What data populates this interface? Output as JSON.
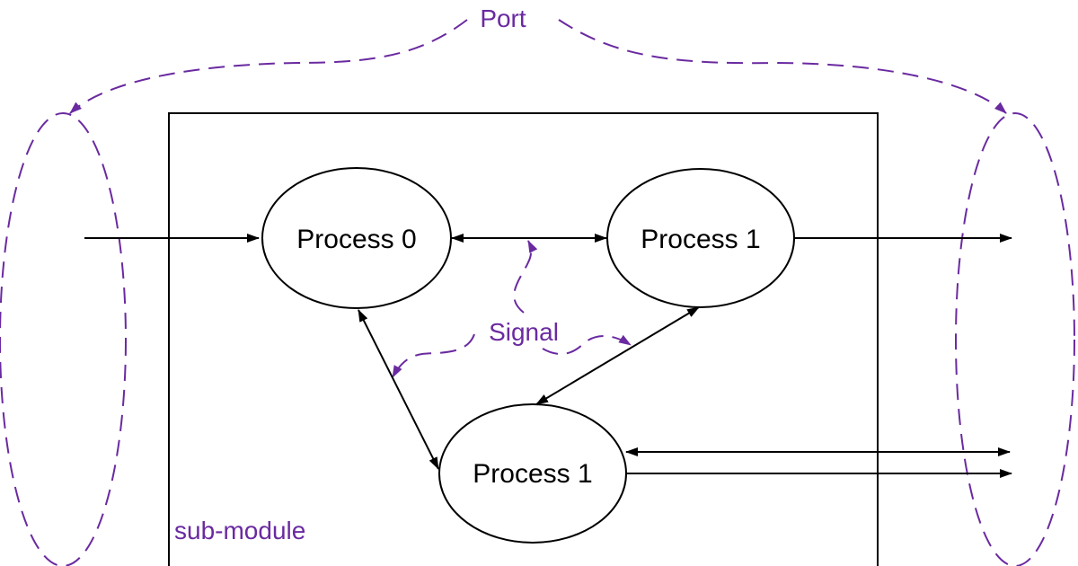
{
  "diagram": {
    "port_label": "Port",
    "signal_label": "Signal",
    "submodule_label": "sub-module",
    "process_top_left": "Process 0",
    "process_top_right": "Process 1",
    "process_bottom": "Process 1"
  },
  "colors": {
    "annotation": "#6a2aa0",
    "line": "#000000",
    "background": "#ffffff"
  }
}
